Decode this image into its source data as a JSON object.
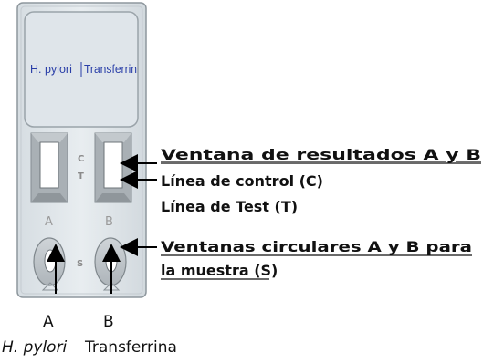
{
  "cassette": {
    "brand_left": "H. pylori",
    "brand_right": "Transferrin",
    "mark_c": "C",
    "mark_t": "T",
    "letter_a": "A",
    "letter_b": "B",
    "letter_s": "S"
  },
  "callouts": {
    "result_windows": "Ventana de resultados A y B",
    "control_line": "Línea de control (C)",
    "test_line": "Línea de Test (T)",
    "sample_wells_line1": "Ventanas circulares A y B para",
    "sample_wells_line2": "la muestra (S)"
  },
  "bottom_labels": {
    "a": "A",
    "b": "B",
    "h_pylori": "H. pylori",
    "transferrin": "Transferrina"
  }
}
